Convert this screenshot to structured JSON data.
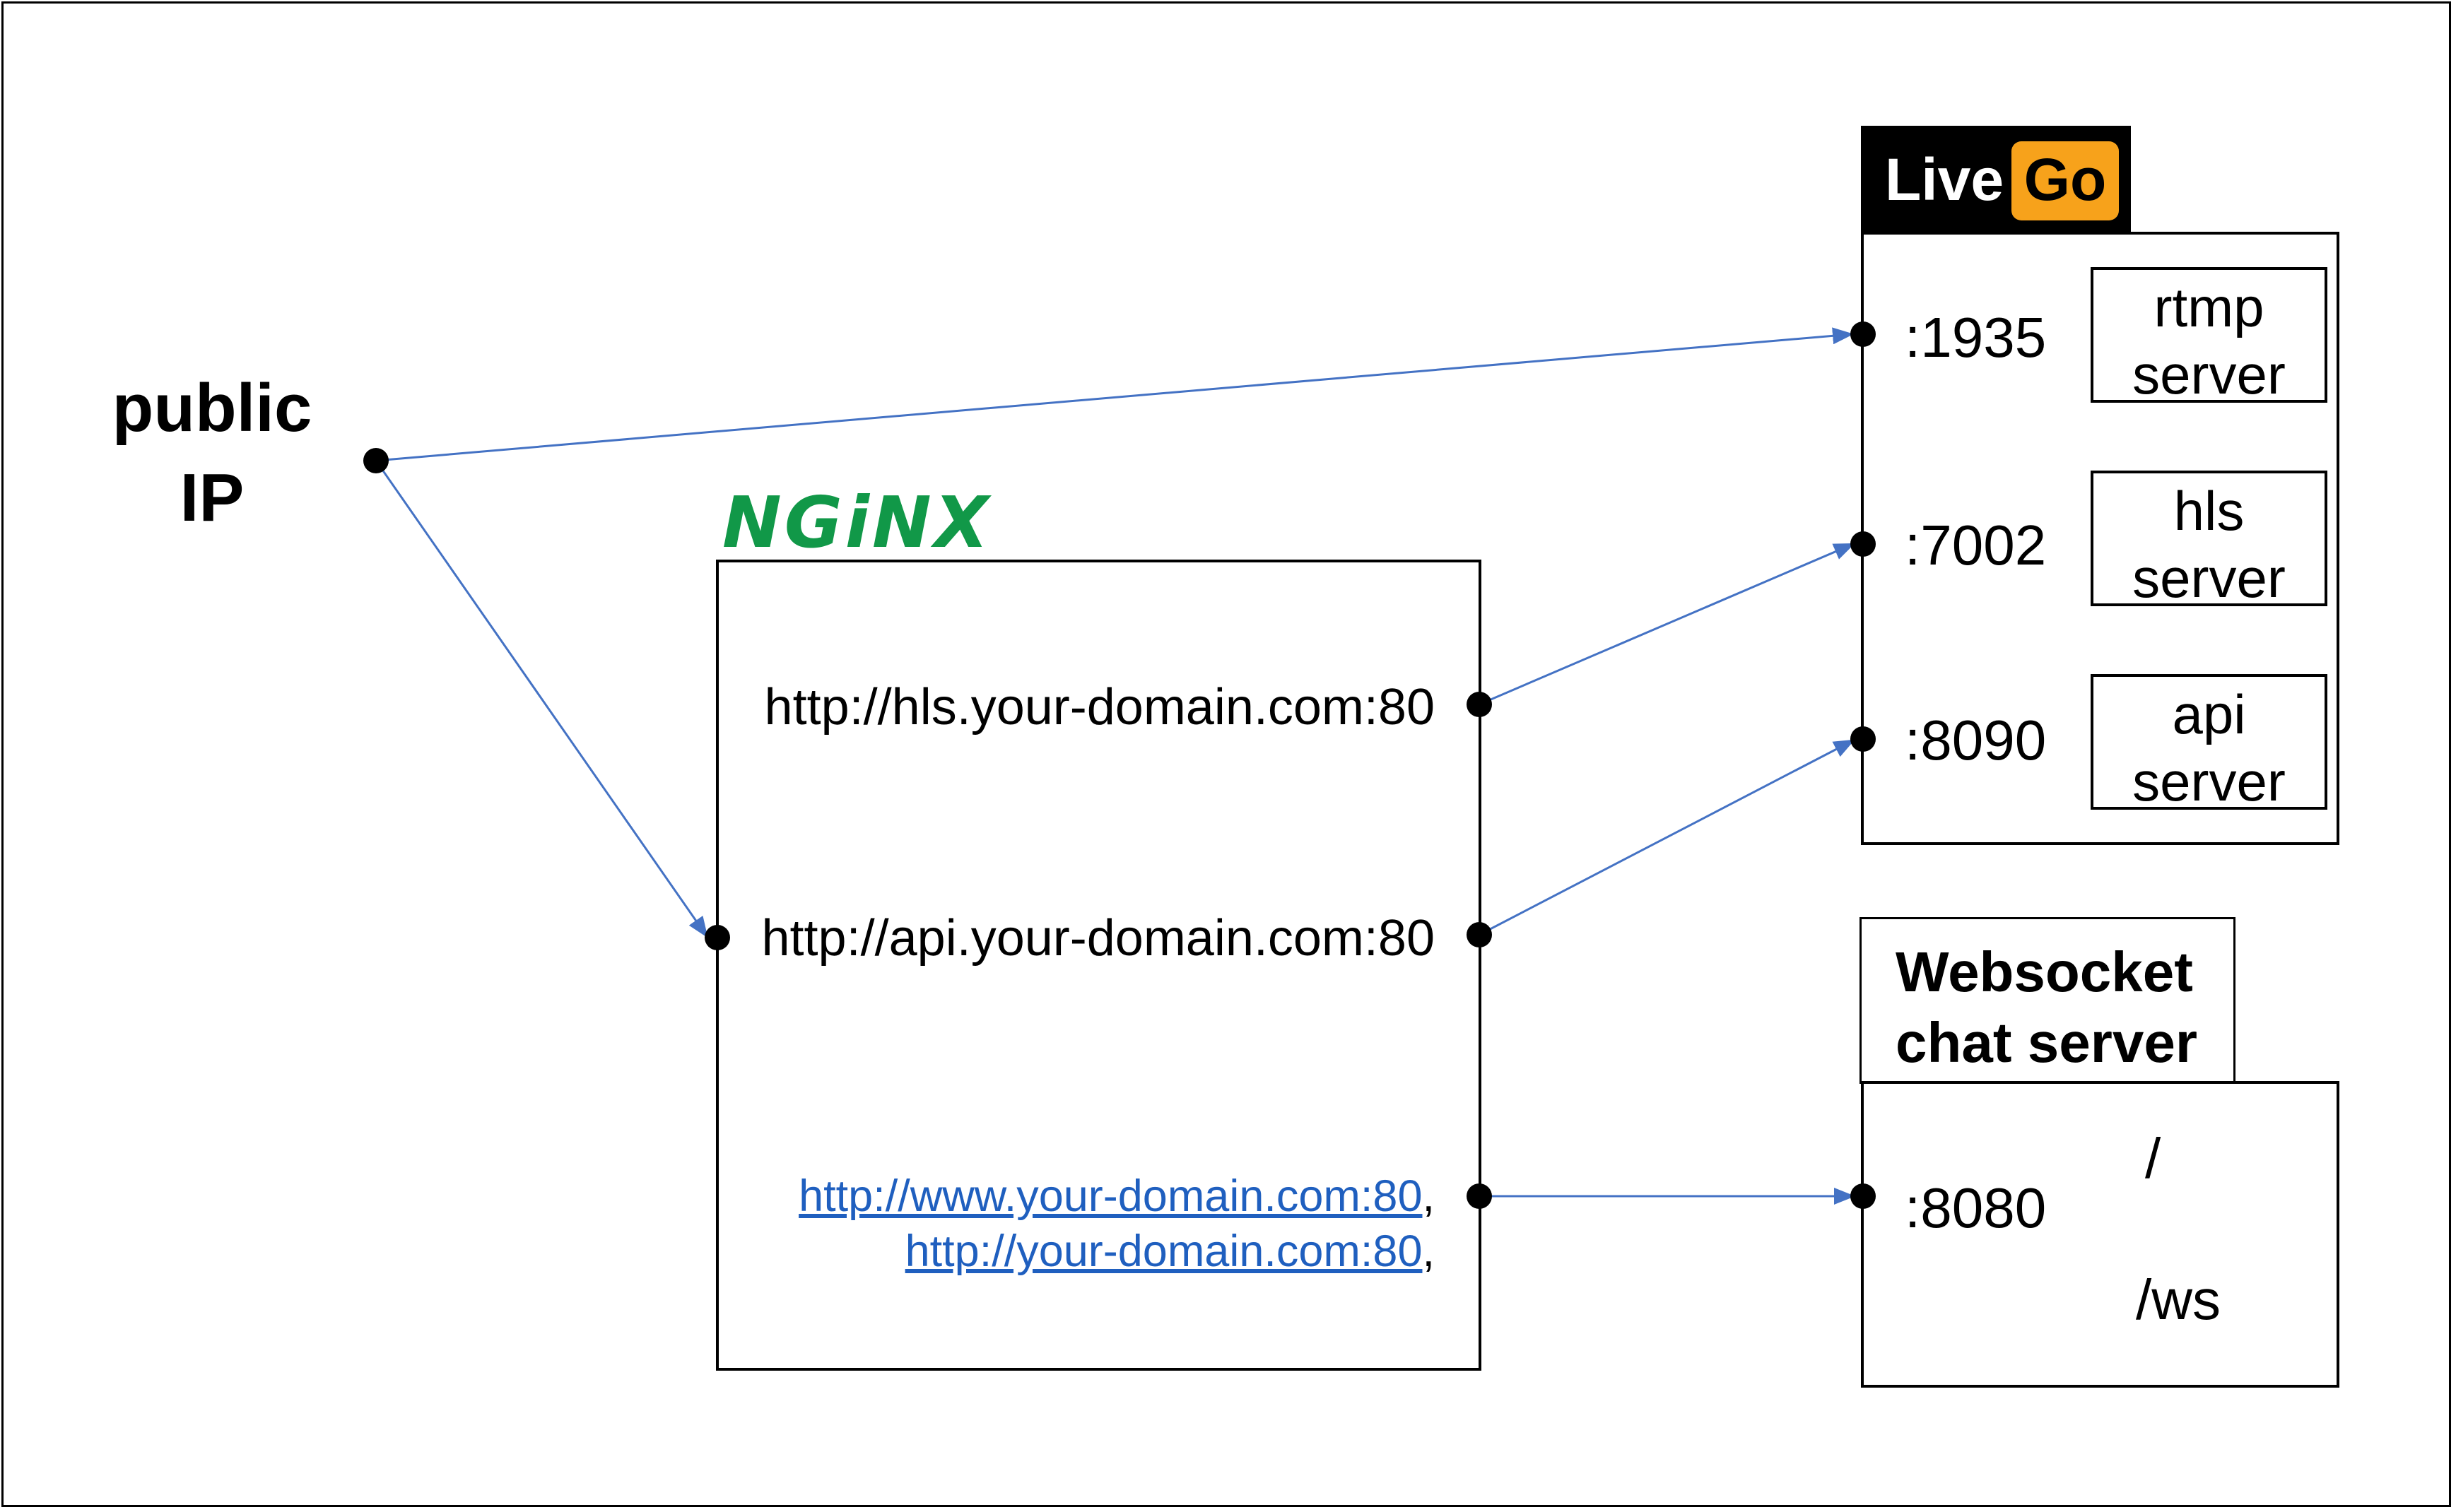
{
  "public_ip": {
    "line1": "public",
    "line2": "IP"
  },
  "nginx": {
    "logo_text": "NGiNX",
    "routes": {
      "hls": "http://hls.your-domain.com:80",
      "api": "http://api.your-domain.com:80",
      "www": "http://www.your-domain.com:80",
      "www_sep": ",",
      "root": "http://your-domain.com:80",
      "root_sep": ","
    }
  },
  "livego": {
    "logo_live": "Live",
    "logo_go": "Go",
    "ports": {
      "rtmp": ":1935",
      "hls": ":7002",
      "api": ":8090"
    },
    "servers": {
      "rtmp": {
        "line1": "rtmp",
        "line2": "server"
      },
      "hls": {
        "line1": "hls",
        "line2": "server"
      },
      "api": {
        "line1": "api",
        "line2": "server"
      }
    }
  },
  "websocket": {
    "title_line1": "Websocket",
    "title_line2": "chat server",
    "port": ":8080",
    "path_root": "/",
    "path_ws": "/ws"
  },
  "colors": {
    "arrow": "#4472c4",
    "nginx_green": "#119848",
    "livego_orange": "#f7a21b",
    "link_blue": "#1f5fbf"
  }
}
